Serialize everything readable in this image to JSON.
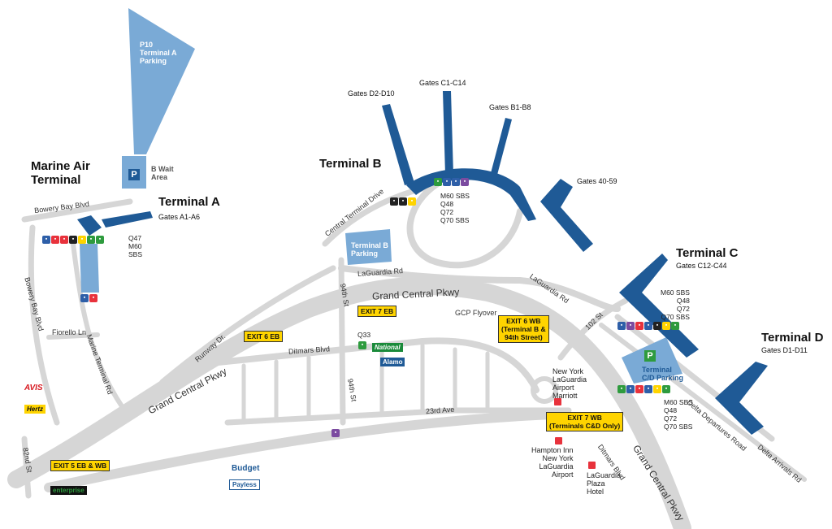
{
  "terminals": {
    "marine_air": "Marine Air\nTerminal",
    "a": "Terminal A",
    "b": "Terminal B",
    "c": "Terminal C",
    "d": "Terminal D"
  },
  "gates": {
    "a": "Gates A1-A6",
    "d2_d10": "Gates D2-D10",
    "c1_c14": "Gates C1-C14",
    "b1_b8": "Gates B1-B8",
    "g40_59": "Gates 40-59",
    "c12_c44": "Gates C12-C44",
    "d1_d11": "Gates D1-D11"
  },
  "parking": {
    "p10": "P10\nTerminal A\nParking",
    "b_wait": "B Wait\nArea",
    "terminal_b": "Terminal B\nParking",
    "terminal_cd": "Terminal\nC/D Parking",
    "p_letter": "P"
  },
  "bus_routes": {
    "terminal_a": "Q47\nM60\nSBS",
    "terminal_b": "M60 SBS\nQ48\nQ72\nQ70 SBS",
    "terminal_c": "M60 SBS\nQ48\nQ72\nQ70 SBS",
    "terminal_cd_parking": "M60 SBS\nQ48\nQ72\nQ70 SBS",
    "ditmars": "Q33"
  },
  "roads": {
    "bowery_bay_blvd_top": "Bowery Bay Blvd",
    "bowery_bay_blvd_side": "Bowery Bay Blvd",
    "central_terminal_drive": "Central Terminal Drive",
    "laguardia_rd": "LaGuardia Rd",
    "laguardia_rd_2": "LaGuardia Rd",
    "grand_central_pkwy_top": "Grand Central Pkwy",
    "grand_central_pkwy_left": "Grand Central Pkwy",
    "grand_central_pkwy_right": "Grand Central Pkwy",
    "gcp_flyover": "GCP Flyover",
    "st_94_top": "94th St",
    "st_94_bottom": "94th St",
    "st_102": "102 St",
    "runway_dr": "Runway Dr.",
    "ditmars_blvd": "Ditmars Blvd",
    "ditmars_blvd_2": "Ditmars Blvd",
    "fiorello_ln": "Fiorello Ln",
    "marine_terminal_rd": "Marine Terminal Rd",
    "ave_23rd": "23rd Ave",
    "st_82nd": "82nd St",
    "delta_departures_road": "Delta Departures Road",
    "delta_arrivals_rd": "Delta Arrivals Rd"
  },
  "exits": {
    "exit7eb": "EXIT 7 EB",
    "exit6eb": "EXIT 6 EB",
    "exit6wb": "EXIT 6 WB\n(Terminal B &\n94th Street)",
    "exit7wb": "EXIT 7 WB\n(Terminals C&D Only)",
    "exit5": "EXIT 5 EB & WB"
  },
  "hotels": {
    "marriott": "New York\nLaGuardia\nAirport\nMarriott",
    "hampton": "Hampton Inn\nNew York\nLaGuardia\nAirport",
    "plaza": "LaGuardia\nPlaza\nHotel"
  },
  "rental": {
    "avis": "AVIS",
    "hertz": "Hertz",
    "national": "National",
    "alamo": "Alamo",
    "budget": "Budget",
    "payless": "Payless",
    "enterprise": "enterprise"
  },
  "colors": {
    "terminal": "#1f5a96",
    "parking": "#7aaad6",
    "road": "#d3d3d3",
    "exit": "#ffd400"
  }
}
